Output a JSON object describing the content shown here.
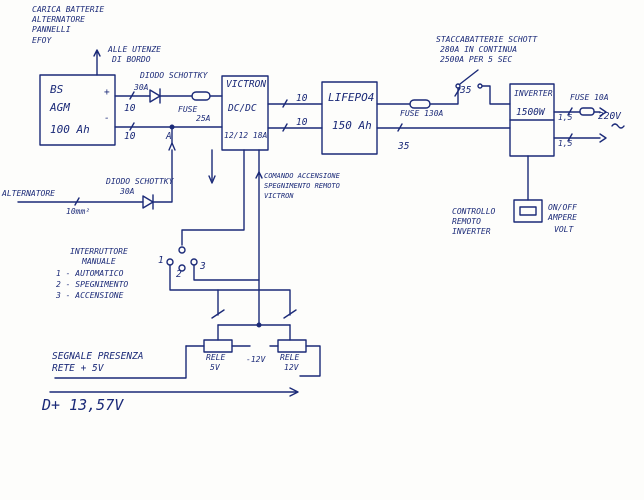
{
  "title_block": {
    "line1": "CARICA BATTERIE",
    "line2": "ALTERNATORE",
    "line3": "PANNELLI",
    "line4": "EFOY"
  },
  "battery_bs": {
    "line1": "BS",
    "line2": "AGM",
    "line3": "100 Ah",
    "plus": "+",
    "minus": "-"
  },
  "loads_label": {
    "line1": "ALLE UTENZE",
    "line2": "DI BORDO"
  },
  "diode_top": {
    "line1": "DIODO SCHOTTKY",
    "rating": "30A"
  },
  "fuse_25": {
    "line1": "FUSE",
    "line2": "25A"
  },
  "wire_bs_top": "10",
  "wire_bs_bottom": "10",
  "victron": {
    "line1": "VICTRON",
    "line2": "DC/DC",
    "line3": "12/12 18A"
  },
  "wire_v_top": "10",
  "wire_v_bottom": "10",
  "lifepo": {
    "line1": "LIFEPO4",
    "line2": "150 Ah"
  },
  "fuse_130": "FUSE 130A",
  "wire_35_top": "35",
  "wire_35_bottom": "35",
  "stacca": {
    "line1": "STACCABATTERIE SCHOTT",
    "line2": "280A IN CONTINUA",
    "line3": "2500A PER 5 SEC"
  },
  "inverter": {
    "line1": "INVERTER",
    "line2": "1500W"
  },
  "fuse_10": "FUSE 10A",
  "wire_inv_top": "1,5",
  "wire_inv_bottom": "1,5",
  "ac_out": "220V",
  "alternatore": "ALTERNATORE",
  "wire_alt": "10mm²",
  "diode_bottom": {
    "line1": "DIODO SCHOTTKY",
    "rating": "30A"
  },
  "node_a": "A",
  "comando": {
    "line1": "COMANDO ACCENSIONE",
    "line2": "SPEGNIMENTO REMOTO",
    "line3": "VICTRON"
  },
  "controllo": {
    "line1": "CONTROLLO",
    "line2": "REMOTO",
    "line3": "INVERTER"
  },
  "onoff": {
    "line1": "ON/OFF",
    "line2": "AMPERE",
    "line3": "VOLT"
  },
  "interruttore": {
    "line1": "INTERRUTTORE",
    "line2": "MANUALE",
    "opt1": "1  - AUTOMATICO",
    "opt2": "2  - SPEGNIMENTO",
    "opt3": "3  - ACCENSIONE"
  },
  "switch_pos": {
    "p1": "1",
    "p2": "2",
    "p3": "3"
  },
  "segnale": {
    "line1": "SEGNALE PRESENZA",
    "line2": "RETE + 5V"
  },
  "rele_5": {
    "line1": "RELE",
    "line2": "5V"
  },
  "minus12": "-12V",
  "rele_12": {
    "line1": "RELE",
    "line2": "12V"
  },
  "dplus": "D+ 13,57V"
}
